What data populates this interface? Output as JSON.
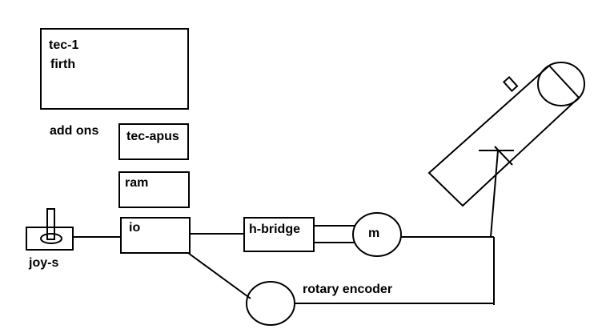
{
  "colors": {
    "stroke": "#000000",
    "background": "#ffffff"
  },
  "blocks": {
    "tec1": {
      "line1": "tec-1",
      "line2": "firth"
    },
    "addons": "add ons",
    "tec_apus": "tec-apus",
    "ram": "ram",
    "io": "io",
    "hbridge": "h-bridge",
    "motor": "m",
    "joystick": "joy-s",
    "encoder": "rotary encoder"
  }
}
